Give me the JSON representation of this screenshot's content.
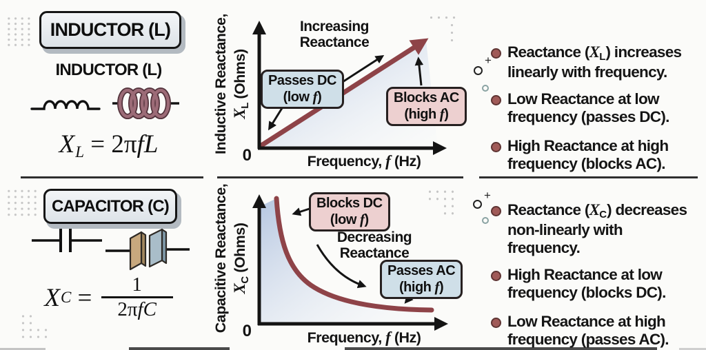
{
  "colors": {
    "maroon_curve": "#8e4348",
    "axis": "#141414",
    "callout_blue_bg": "#cfdfe8",
    "callout_pink_bg": "#edd0d0",
    "callout_border": "#262020",
    "area_fill_blue": "#b4c5e0",
    "bullet_dot": "#a05a58",
    "badge_bg": "#e9edf1",
    "coil_maroon": "#9c6b77",
    "plate_tan": "#c7a87e",
    "plate_blue_gray": "#a9bdc9"
  },
  "left_top": {
    "badge": "INDUCTOR (L)",
    "label": "INDUCTOR (L)",
    "formula": {
      "v": "X",
      "s": "L",
      "mid": " = 2π",
      "f": "f",
      "end": "L"
    }
  },
  "left_bottom": {
    "badge": "CAPACITOR (C)",
    "formula": {
      "v": "X",
      "s": "C",
      "eq": " = ",
      "num": "1",
      "den_pre": "2π",
      "den_f": "f",
      "den_end": "C"
    }
  },
  "chart_top": {
    "y_line1": "Inductive Reactance,",
    "y_var": "X",
    "y_sub": "L",
    "y_units": " (Ohms)",
    "zero": "0",
    "x_pre": "Frequency, ",
    "x_f": "f",
    "x_post": " (Hz)",
    "ann1": "Increasing",
    "ann2": "Reactance",
    "blue": {
      "l1": "Passes DC",
      "p": "(low ",
      "f": "f",
      "q": ")"
    },
    "pink": {
      "l1": "Blocks AC",
      "p": "(high ",
      "f": "f",
      "q": ")"
    }
  },
  "chart_bottom": {
    "y_line1": "Capacitive Reactance,",
    "y_var": "X",
    "y_sub": "C",
    "y_units": " (Ohms)",
    "zero": "0",
    "x_pre": "Frequency, ",
    "x_f": "f",
    "x_post": " (Hz)",
    "ann1": "Decreasing",
    "ann2": "Reactance",
    "pink": {
      "l1": "Blocks DC",
      "p": "(low ",
      "f": "f",
      "q": ")"
    },
    "blue": {
      "l1": "Passes AC",
      "p": "(high ",
      "f": "f",
      "q": ")"
    }
  },
  "bullets_top": [
    {
      "pre": "Reactance (",
      "v": "X",
      "s": "L",
      "post": ") increases linearly with frequency."
    },
    {
      "pre": "Low Reactance at low frequency (passes DC).",
      "v": "",
      "s": "",
      "post": ""
    },
    {
      "pre": "High Reactance at high frequency (blocks AC).",
      "v": "",
      "s": "",
      "post": ""
    }
  ],
  "bullets_bottom": [
    {
      "pre": "Reactance (",
      "v": "X",
      "s": "C",
      "post": ") decreases non-linearly with frequency."
    },
    {
      "pre": "High Reactance at low frequency (blocks DC).",
      "v": "",
      "s": "",
      "post": ""
    },
    {
      "pre": "Low Reactance at high frequency (passes AC).",
      "v": "",
      "s": "",
      "post": ""
    }
  ],
  "deco": {
    "plus": "+"
  },
  "chart_data": [
    {
      "type": "line",
      "title": "Inductive reactance vs frequency",
      "xlabel": "Frequency, f (Hz)",
      "ylabel": "Inductive Reactance, X_L (Ohms)",
      "x_ticks": [
        "0"
      ],
      "y_ticks": [],
      "grid": false,
      "legend": "none",
      "series": [
        {
          "name": "X_L = 2πfL",
          "shape": "straight line increasing from origin, maroon, arrowhead at high end, blue shaded area beneath",
          "points_normalized": [
            [
              0,
              0
            ],
            [
              1,
              1
            ]
          ]
        }
      ],
      "annotations": [
        "Increasing Reactance",
        "Passes DC (low f) at origin",
        "Blocks AC (high f) at high end"
      ]
    },
    {
      "type": "line",
      "title": "Capacitive reactance vs frequency",
      "xlabel": "Frequency, f (Hz)",
      "ylabel": "Capacitive Reactance, X_C (Ohms)",
      "x_ticks": [
        "0"
      ],
      "y_ticks": [],
      "grid": false,
      "legend": "none",
      "series": [
        {
          "name": "X_C = 1/(2πfC)",
          "shape": "hyperbolic decreasing curve (∝ 1/f), maroon, blue shaded area beneath",
          "points_normalized": [
            [
              0.1,
              1
            ],
            [
              0.2,
              0.5
            ],
            [
              0.4,
              0.25
            ],
            [
              0.7,
              0.14
            ],
            [
              1,
              0.1
            ]
          ]
        }
      ],
      "annotations": [
        "Blocks DC (low f) at steep start",
        "Decreasing Reactance",
        "Passes AC (high f) at flat tail"
      ]
    }
  ]
}
